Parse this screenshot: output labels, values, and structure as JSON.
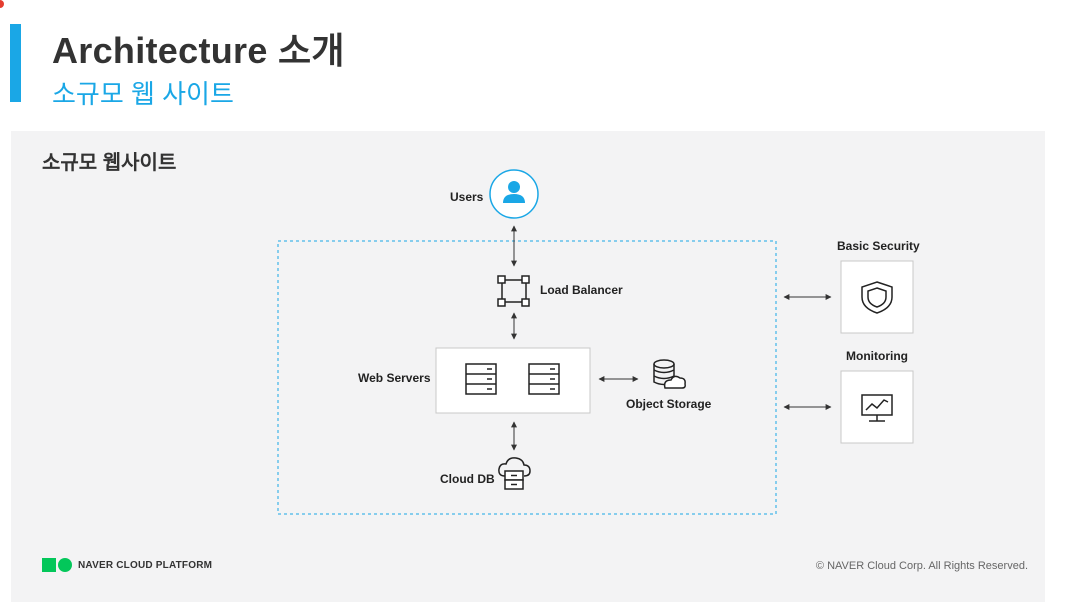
{
  "header": {
    "title": "Architecture 소개",
    "subtitle": "소규모 웹 사이트"
  },
  "panel": {
    "title": "소규모 웹사이트"
  },
  "diagram": {
    "users_label": "Users",
    "load_balancer_label": "Load Balancer",
    "web_servers_label": "Web Servers",
    "object_storage_label": "Object Storage",
    "cloud_db_label": "Cloud DB",
    "basic_security_label": "Basic Security",
    "monitoring_label": "Monitoring"
  },
  "footer": {
    "brand": "NAVER CLOUD PLATFORM",
    "copyright": "© NAVER Cloud Corp. All Rights Reserved."
  },
  "colors": {
    "accent": "#1aa7e6",
    "brand_green": "#03c75a",
    "panel_bg": "#f3f3f4"
  }
}
